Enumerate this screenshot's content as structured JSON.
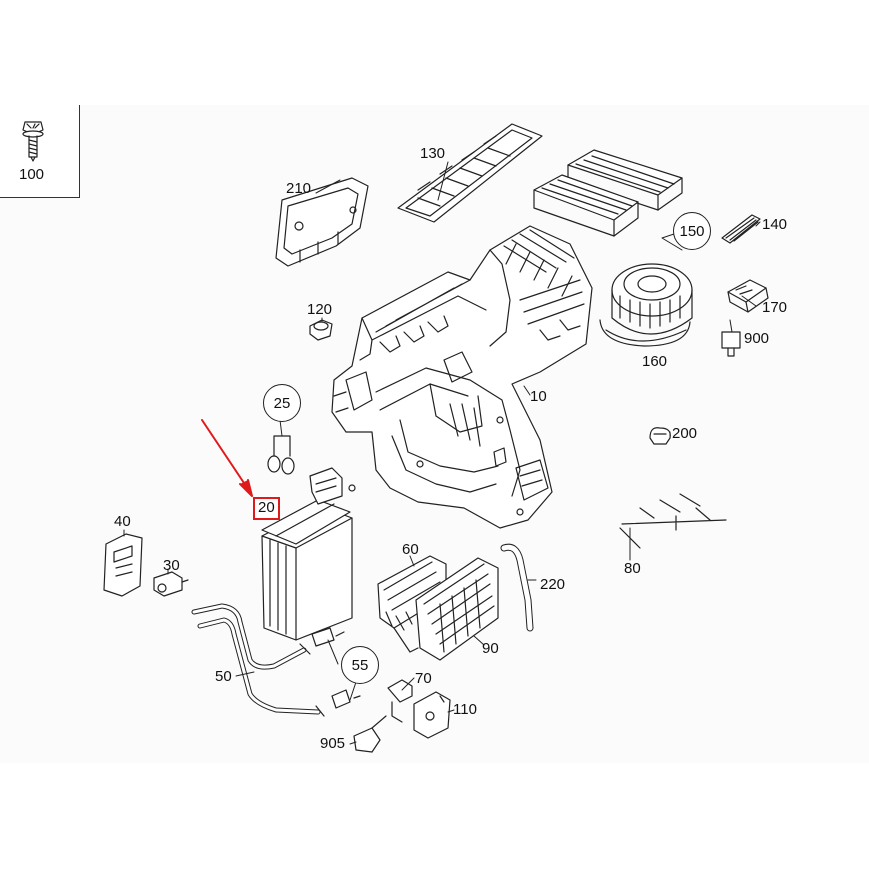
{
  "diagram": {
    "parts": [
      {
        "id": "p100",
        "label": "100"
      },
      {
        "id": "p130",
        "label": "130"
      },
      {
        "id": "p210",
        "label": "210"
      },
      {
        "id": "p150",
        "label": "150"
      },
      {
        "id": "p140",
        "label": "140"
      },
      {
        "id": "p170",
        "label": "170"
      },
      {
        "id": "p120",
        "label": "120"
      },
      {
        "id": "p900",
        "label": "900"
      },
      {
        "id": "p160",
        "label": "160"
      },
      {
        "id": "p25",
        "label": "25"
      },
      {
        "id": "p10",
        "label": "10"
      },
      {
        "id": "p200",
        "label": "200"
      },
      {
        "id": "p20",
        "label": "20"
      },
      {
        "id": "p40",
        "label": "40"
      },
      {
        "id": "p30",
        "label": "30"
      },
      {
        "id": "p60",
        "label": "60"
      },
      {
        "id": "p220",
        "label": "220"
      },
      {
        "id": "p80",
        "label": "80"
      },
      {
        "id": "p90",
        "label": "90"
      },
      {
        "id": "p55",
        "label": "55"
      },
      {
        "id": "p50",
        "label": "50"
      },
      {
        "id": "p70",
        "label": "70"
      },
      {
        "id": "p110",
        "label": "110"
      },
      {
        "id": "p905",
        "label": "905"
      }
    ],
    "highlighted_part": "20",
    "highlight_color": "#e0191b",
    "line_color": "#222222"
  }
}
